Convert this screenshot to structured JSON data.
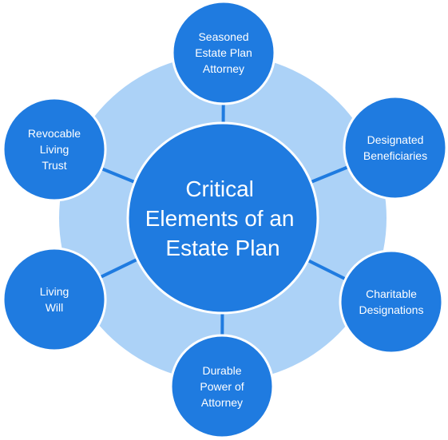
{
  "colors": {
    "ring": "#acd2f7",
    "node": "#1f7be0",
    "node_stroke": "#ffffff",
    "connector": "#1f7be0",
    "text": "#ffffff"
  },
  "center": {
    "lines": [
      "Critical",
      "Elements of an",
      "Estate Plan"
    ]
  },
  "nodes": [
    {
      "id": "seasoned-attorney",
      "lines": [
        "Seasoned",
        "Estate Plan",
        "Attorney"
      ]
    },
    {
      "id": "designated-beneficiaries",
      "lines": [
        "Designated",
        "Beneficiaries"
      ]
    },
    {
      "id": "charitable-designations",
      "lines": [
        "Charitable",
        "Designations"
      ]
    },
    {
      "id": "durable-power-of-attorney",
      "lines": [
        "Durable",
        "Power of",
        "Attorney"
      ]
    },
    {
      "id": "living-will",
      "lines": [
        "Living",
        "Will"
      ]
    },
    {
      "id": "revocable-living-trust",
      "lines": [
        "Revocable",
        "Living",
        "Trust"
      ]
    }
  ]
}
